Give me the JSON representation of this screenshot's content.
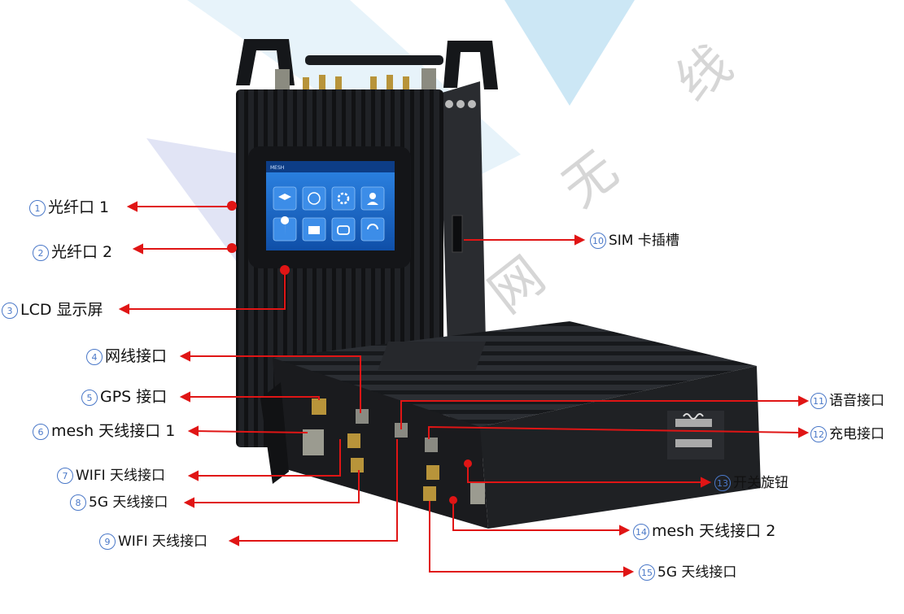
{
  "watermark": [
    "网",
    "无",
    "线"
  ],
  "screen": {
    "top_left_text": "MESH",
    "top_right_text": "",
    "tiles": [
      {
        "icon": "layers-icon"
      },
      {
        "icon": "globe-icon"
      },
      {
        "icon": "gear-icon"
      },
      {
        "icon": "user-icon"
      },
      {
        "icon": "location-pin-icon"
      },
      {
        "icon": "toolbox-icon"
      },
      {
        "icon": "link-icon"
      },
      {
        "icon": "sync-icon"
      }
    ]
  },
  "callouts": [
    {
      "num": "1",
      "text": "光纤口 1"
    },
    {
      "num": "2",
      "text": "光纤口 2"
    },
    {
      "num": "3",
      "text": "LCD 显示屏"
    },
    {
      "num": "4",
      "text": "网线接口"
    },
    {
      "num": "5",
      "text": "GPS 接口"
    },
    {
      "num": "6",
      "text": "mesh 天线接口 1"
    },
    {
      "num": "7",
      "text": "WIFI 天线接口"
    },
    {
      "num": "8",
      "text": "5G 天线接口"
    },
    {
      "num": "9",
      "text": "WIFI 天线接口"
    },
    {
      "num": "10",
      "text": "SIM 卡插槽"
    },
    {
      "num": "11",
      "text": "语音接口"
    },
    {
      "num": "12",
      "text": "充电接口"
    },
    {
      "num": "13",
      "text": "开关旋钮"
    },
    {
      "num": "14",
      "text": "mesh 天线接口 2"
    },
    {
      "num": "15",
      "text": "5G 天线接口"
    }
  ],
  "colors": {
    "callout_line": "#e01515",
    "number_circle": "#4a78c8",
    "device_body": "#1c1e21",
    "screen_bg": "#1f6fd0",
    "watermark_band": "#b9dcf2"
  }
}
